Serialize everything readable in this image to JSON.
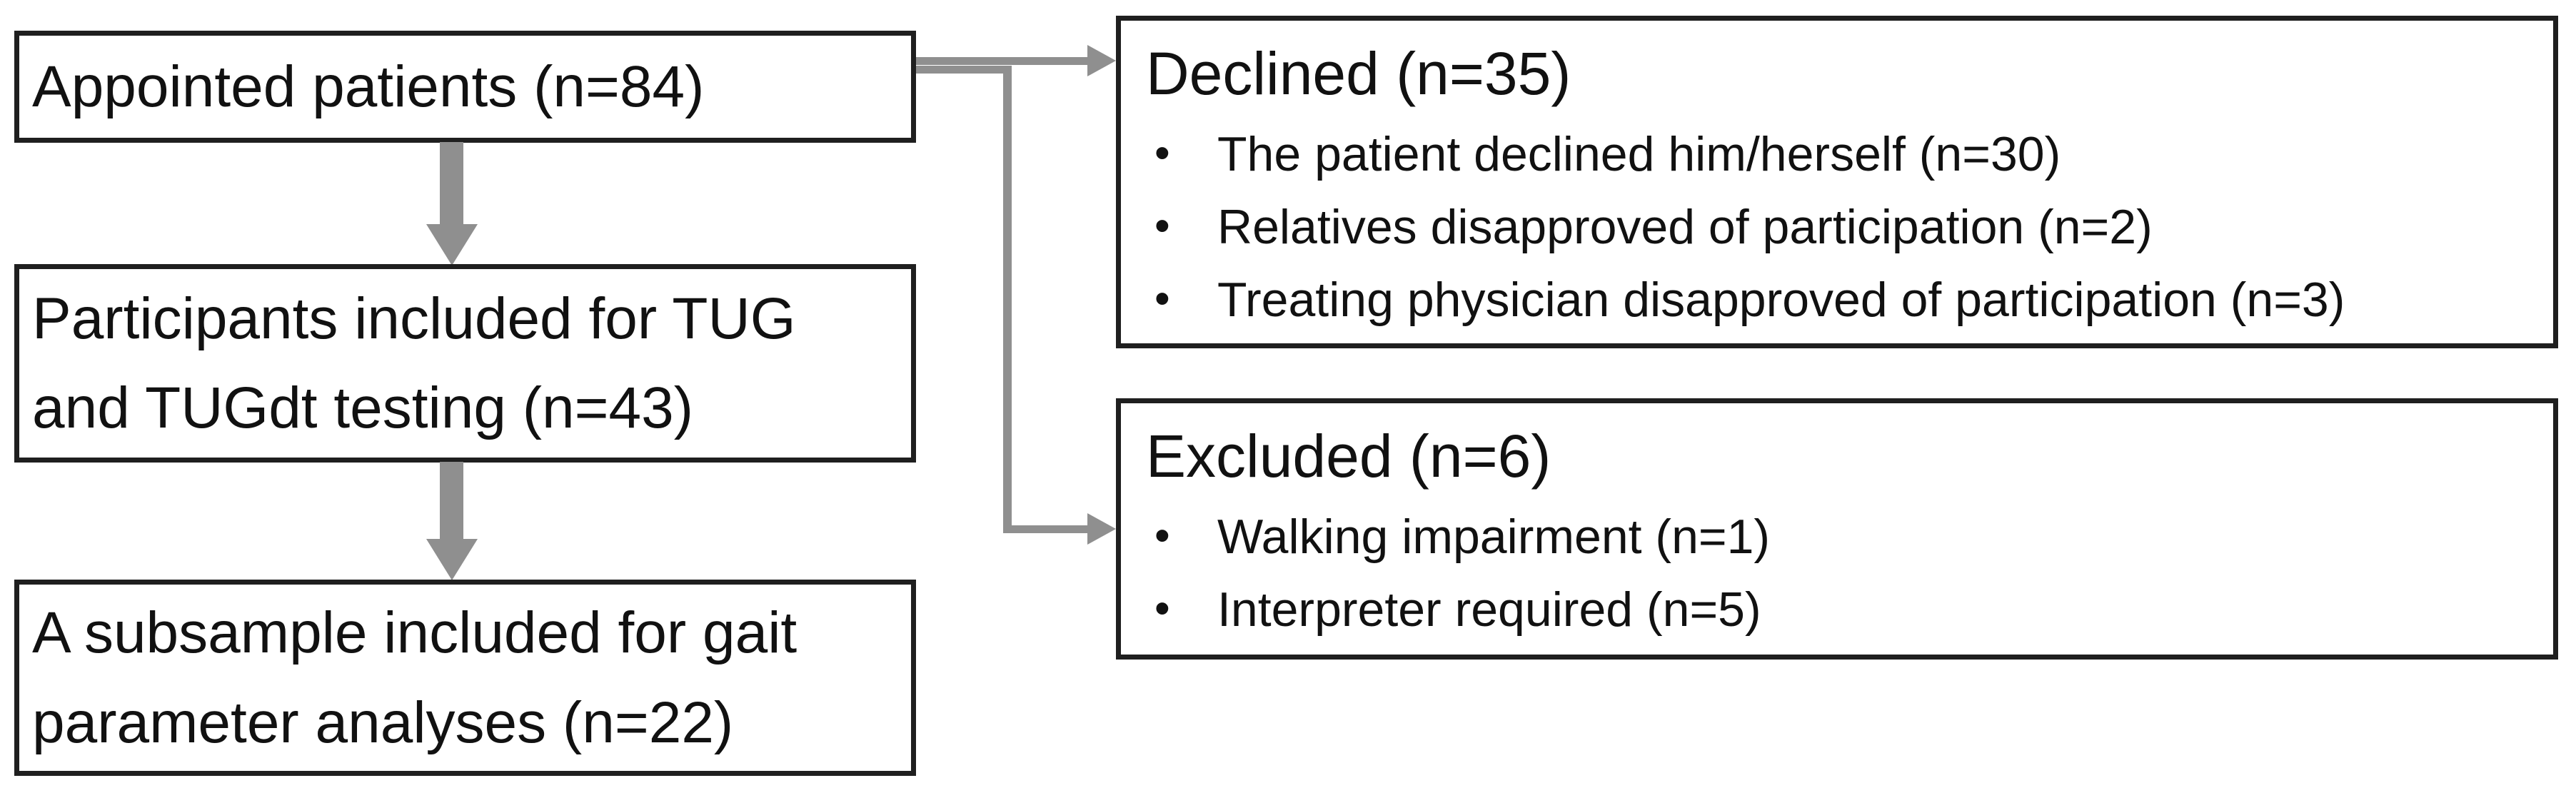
{
  "flow": {
    "bullet_char": "•",
    "left_boxes": [
      {
        "name": "appointed-patients",
        "lines": [
          "Appointed patients (n=84)"
        ]
      },
      {
        "name": "included-tug-testing",
        "lines": [
          "Participants included for TUG",
          "and TUGdt testing (n=43)"
        ]
      },
      {
        "name": "gait-subsample",
        "lines": [
          "A subsample included for gait",
          "parameter analyses (n=22)"
        ]
      }
    ],
    "right_boxes": [
      {
        "name": "declined",
        "title": "Declined (n=35)",
        "bullets": [
          "The patient declined him/herself (n=30)",
          "Relatives disapproved of participation (n=2)",
          "Treating physician disapproved of participation (n=3)"
        ]
      },
      {
        "name": "excluded",
        "title": "Excluded (n=6)",
        "bullets": [
          "Walking impairment (n=1)",
          "Interpreter required (n=5)"
        ]
      }
    ]
  },
  "colors": {
    "box_border": "#1f1f1f",
    "text": "#111111",
    "arrow": "#8f8f8f",
    "background": "#ffffff"
  }
}
